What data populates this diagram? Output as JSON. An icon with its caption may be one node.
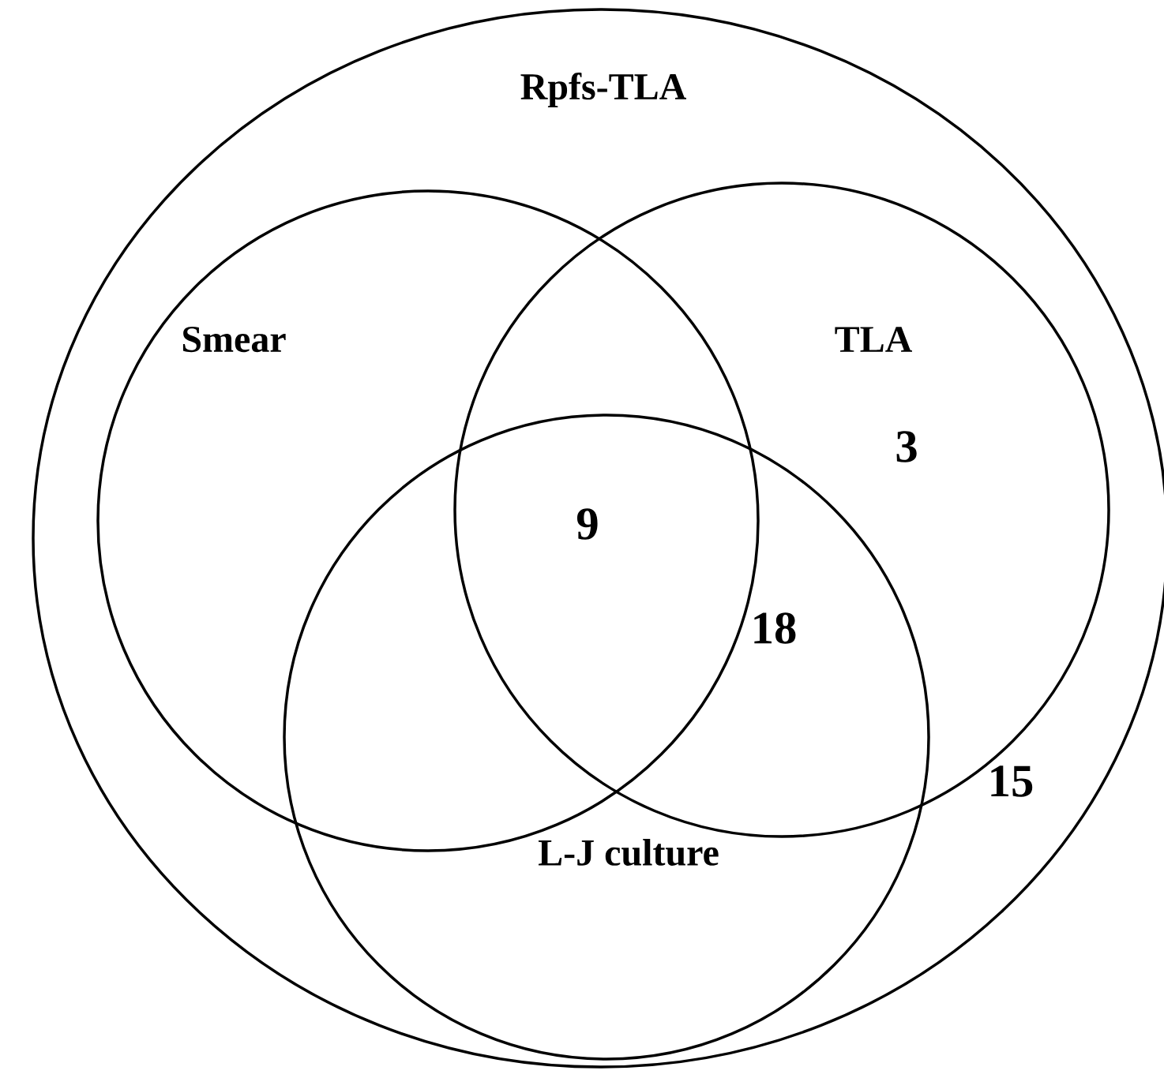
{
  "diagram": {
    "nodes": [
      {
        "text": [
          "Rpfs-TLA"
        ]
      },
      {
        "text": [
          "Smear"
        ],
        "in": 0
      },
      {
        "text": [
          "TLA"
        ],
        "in": 0
      },
      {
        "text": [
          "L-J culture"
        ],
        "in": 0
      }
    ],
    "labels": [
      "3",
      "9",
      "18",
      "15"
    ]
  }
}
